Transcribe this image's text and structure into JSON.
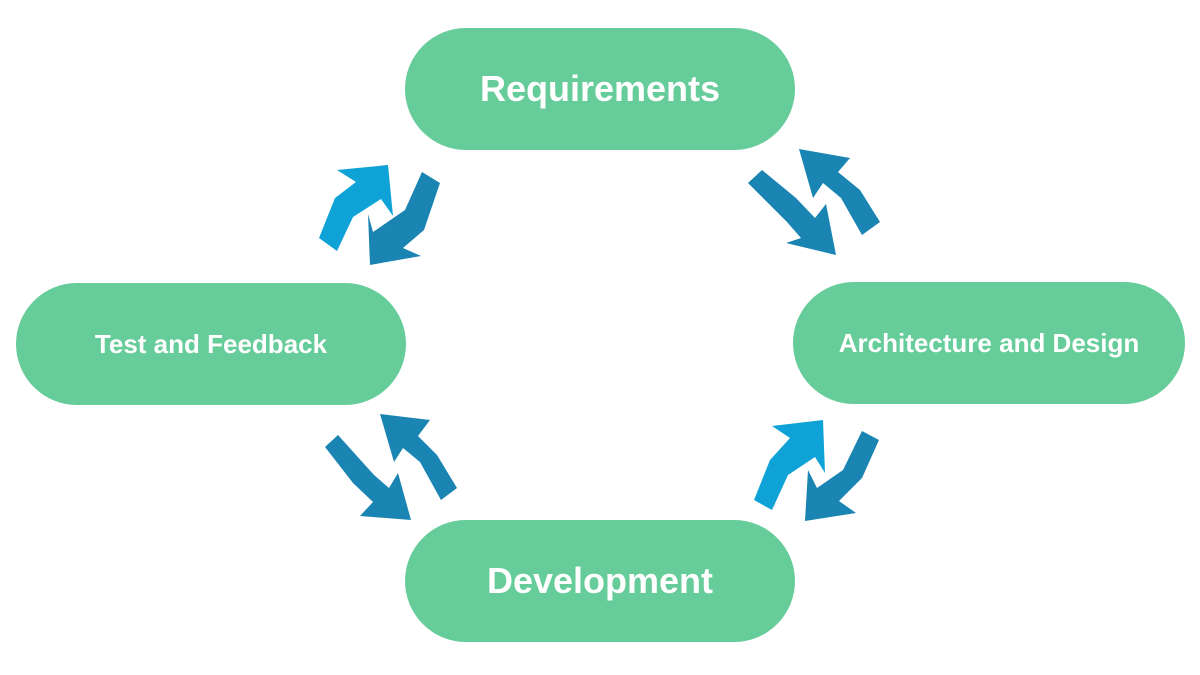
{
  "diagram": {
    "nodes": {
      "requirements": "Requirements",
      "architecture": "Architecture and Design",
      "development": "Development",
      "test": "Test and Feedback"
    },
    "colors": {
      "node_fill": "#66CC99",
      "node_text": "#FFFFFF",
      "arrow_light": "#0FA2D6",
      "arrow_dark": "#1A84B2"
    },
    "cycle": [
      {
        "from": "requirements",
        "to": "architecture"
      },
      {
        "from": "architecture",
        "to": "requirements"
      },
      {
        "from": "architecture",
        "to": "development"
      },
      {
        "from": "development",
        "to": "architecture"
      },
      {
        "from": "development",
        "to": "test"
      },
      {
        "from": "test",
        "to": "development"
      },
      {
        "from": "test",
        "to": "requirements"
      },
      {
        "from": "requirements",
        "to": "test"
      }
    ]
  }
}
